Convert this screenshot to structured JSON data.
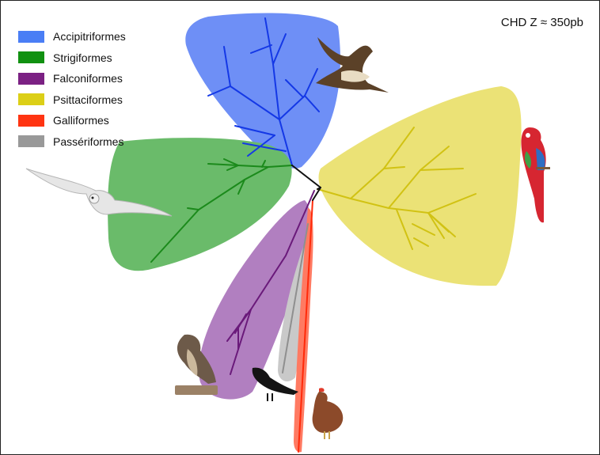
{
  "title": "CHD Z ≈ 350pb",
  "legend": [
    {
      "label": "Accipitriformes",
      "color": "#4a7ef5"
    },
    {
      "label": "Strigiformes",
      "color": "#119111"
    },
    {
      "label": "Falconiformes",
      "color": "#7b2183"
    },
    {
      "label": "Psittaciformes",
      "color": "#dccf17"
    },
    {
      "label": "Galliformes",
      "color": "#ff3412"
    },
    {
      "label": "Passériformes",
      "color": "#999999"
    }
  ],
  "clades": {
    "accipitriformes": {
      "fill": "#6e8ff6",
      "line": "#1438e6"
    },
    "strigiformes": {
      "fill": "#6abb6a",
      "line": "#1b8a1b"
    },
    "falconiformes": {
      "fill": "#b17fc0",
      "line": "#6a1a7a"
    },
    "psittaciformes": {
      "fill": "#ebe276",
      "line": "#d1c213"
    },
    "galliformes": {
      "fill": "#ff7a62",
      "line": "#ff2a0a"
    },
    "passeriformes": {
      "fill": "#c9c9c9",
      "line": "#8f8f8f"
    }
  },
  "bird_icons": [
    "eagle-icon",
    "owl-icon",
    "parrot-icon",
    "falcon-icon",
    "crow-icon",
    "hen-icon"
  ]
}
